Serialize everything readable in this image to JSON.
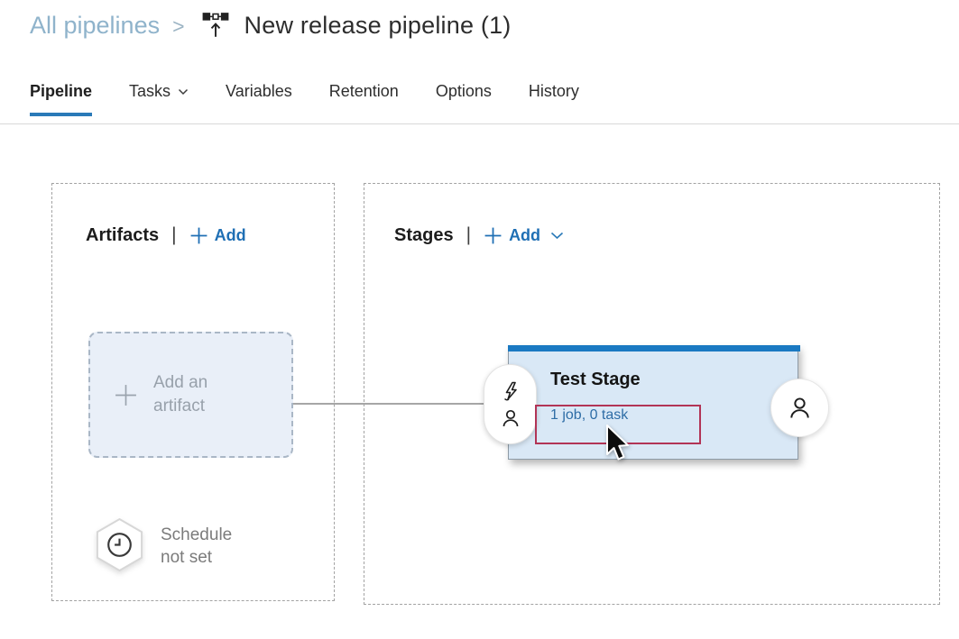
{
  "breadcrumb": {
    "parent_link": "All pipelines",
    "separator": ">",
    "title": "New release pipeline (1)"
  },
  "tabs": [
    {
      "label": "Pipeline",
      "active": true
    },
    {
      "label": "Tasks",
      "has_dropdown": true
    },
    {
      "label": "Variables",
      "active": false
    },
    {
      "label": "Retention",
      "active": false
    },
    {
      "label": "Options",
      "active": false
    },
    {
      "label": "History",
      "active": false
    }
  ],
  "ui": {
    "pipe": "|"
  },
  "artifacts_panel": {
    "title": "Artifacts",
    "add_button": "Add",
    "placeholder": {
      "line1": "Add an",
      "line2": "artifact"
    },
    "schedule": {
      "line1": "Schedule",
      "line2": "not set"
    }
  },
  "stages_panel": {
    "title": "Stages",
    "add_button": "Add",
    "stage_card": {
      "name": "Test Stage",
      "jobs_summary": "1 job, 0 task"
    }
  },
  "icons": {
    "breadcrumb_icon": "release-pipeline-icon",
    "tasks_tab": "chevron-down-icon",
    "add_buttons": "plus-icon",
    "stages_add": "chevron-down-icon",
    "artifact_placeholder": "plus-icon",
    "schedule": "clock-in-hexagon-icon",
    "stage_pill_top": "lightning-trigger-icon",
    "stage_pill_bottom": "person-icon",
    "stage_right": "person-icon",
    "annotation": "mouse-cursor"
  },
  "colors": {
    "accent_blue": "#1f6fb4",
    "tab_underline": "#2a7ab8",
    "breadcrumb_link": "#8fb3cb",
    "stage_top_bar": "#1a79c2",
    "stage_card_fill": "#d9e8f6",
    "stage_link_blue": "#2e6da6",
    "highlight_red": "#b23456",
    "artifact_box_fill": "#e9eff8"
  }
}
